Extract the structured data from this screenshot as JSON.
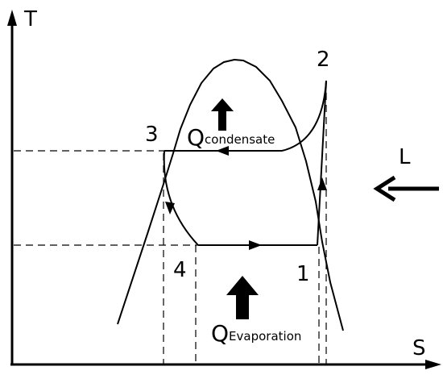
{
  "axes": {
    "y_label": "T",
    "x_label": "S"
  },
  "points": {
    "p1": "1",
    "p2": "2",
    "p3": "3",
    "p4": "4"
  },
  "labels": {
    "work": "L",
    "q_condensate_main": "Q",
    "q_condensate_sub": "condensate",
    "q_evaporation_main": "Q",
    "q_evaporation_sub": "Evaporation"
  },
  "colors": {
    "stroke": "#000000",
    "background": "#ffffff"
  }
}
